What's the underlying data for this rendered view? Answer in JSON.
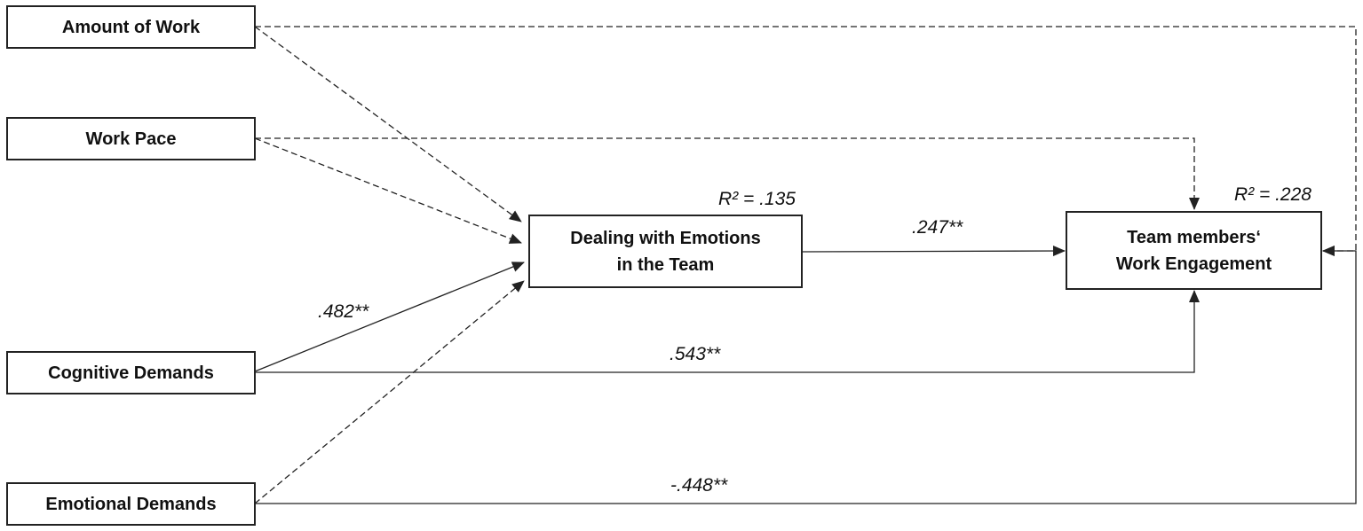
{
  "nodes": {
    "amount_of_work": "Amount of Work",
    "work_pace": "Work Pace",
    "cognitive_demands": "Cognitive Demands",
    "emotional_demands": "Emotional Demands",
    "dealing_with_emotions": {
      "line1": "Dealing with Emotions",
      "line2": "in the Team"
    },
    "work_engagement": {
      "line1": "Team members‘",
      "line2": "Work Engagement"
    }
  },
  "r_squared": {
    "dealing_with_emotions": "R² = .135",
    "work_engagement": "R² = .228"
  },
  "paths": [
    {
      "from": "amount_of_work",
      "to": "dealing_with_emotions",
      "style": "dashed",
      "coef": ""
    },
    {
      "from": "work_pace",
      "to": "dealing_with_emotions",
      "style": "dashed",
      "coef": ""
    },
    {
      "from": "cognitive_demands",
      "to": "dealing_with_emotions",
      "style": "solid",
      "coef": ".482**"
    },
    {
      "from": "emotional_demands",
      "to": "dealing_with_emotions",
      "style": "dashed",
      "coef": ""
    },
    {
      "from": "dealing_with_emotions",
      "to": "work_engagement",
      "style": "solid",
      "coef": ".247**"
    },
    {
      "from": "amount_of_work",
      "to": "work_engagement",
      "style": "dashed",
      "coef": ""
    },
    {
      "from": "work_pace",
      "to": "work_engagement",
      "style": "dashed",
      "coef": ""
    },
    {
      "from": "cognitive_demands",
      "to": "work_engagement",
      "style": "solid",
      "coef": ".543**"
    },
    {
      "from": "emotional_demands",
      "to": "work_engagement",
      "style": "solid",
      "coef": "-.448**"
    }
  ],
  "colors": {
    "line": "#222222",
    "box_border": "#222222",
    "background": "#ffffff"
  }
}
